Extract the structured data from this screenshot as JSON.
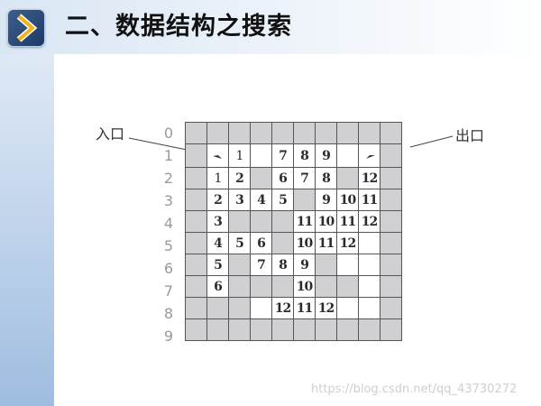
{
  "header": {
    "title": "二、数据结构之搜索",
    "logo_icon": "chevron-right-icon"
  },
  "labels": {
    "entrance": "入口",
    "exit": "出口"
  },
  "row_labels": [
    "0",
    "1",
    "2",
    "3",
    "4",
    "5",
    "6",
    "7",
    "8",
    "9"
  ],
  "maze": {
    "rows": [
      [
        {
          "w": 1
        },
        {
          "w": 1
        },
        {
          "w": 1
        },
        {
          "w": 1
        },
        {
          "w": 1
        },
        {
          "w": 1
        },
        {
          "w": 1
        },
        {
          "w": 1
        },
        {
          "w": 1
        },
        {
          "w": 1
        }
      ],
      [
        {
          "w": 1
        },
        {
          "w": 0,
          "t": "",
          "arrow": true
        },
        {
          "w": 0,
          "t": "1",
          "thin": true
        },
        {
          "w": 0,
          "t": ""
        },
        {
          "w": 0,
          "t": "7"
        },
        {
          "w": 0,
          "t": "8"
        },
        {
          "w": 0,
          "t": "9"
        },
        {
          "w": 0,
          "t": ""
        },
        {
          "w": 0,
          "t": "",
          "arrow": true
        },
        {
          "w": 1
        }
      ],
      [
        {
          "w": 1
        },
        {
          "w": 0,
          "t": "1",
          "thin": true
        },
        {
          "w": 0,
          "t": "2"
        },
        {
          "w": 1
        },
        {
          "w": 0,
          "t": "6"
        },
        {
          "w": 0,
          "t": "7"
        },
        {
          "w": 0,
          "t": "8"
        },
        {
          "w": 1
        },
        {
          "w": 0,
          "t": "12"
        },
        {
          "w": 1
        }
      ],
      [
        {
          "w": 1
        },
        {
          "w": 0,
          "t": "2"
        },
        {
          "w": 0,
          "t": "3"
        },
        {
          "w": 0,
          "t": "4"
        },
        {
          "w": 0,
          "t": "5"
        },
        {
          "w": 1
        },
        {
          "w": 0,
          "t": "9"
        },
        {
          "w": 0,
          "t": "10"
        },
        {
          "w": 0,
          "t": "11"
        },
        {
          "w": 1
        }
      ],
      [
        {
          "w": 1
        },
        {
          "w": 0,
          "t": "3"
        },
        {
          "w": 1
        },
        {
          "w": 1
        },
        {
          "w": 1
        },
        {
          "w": 0,
          "t": "11"
        },
        {
          "w": 0,
          "t": "10"
        },
        {
          "w": 0,
          "t": "11"
        },
        {
          "w": 0,
          "t": "12"
        },
        {
          "w": 1
        }
      ],
      [
        {
          "w": 1
        },
        {
          "w": 0,
          "t": "4"
        },
        {
          "w": 0,
          "t": "5"
        },
        {
          "w": 0,
          "t": "6"
        },
        {
          "w": 1
        },
        {
          "w": 0,
          "t": "10"
        },
        {
          "w": 0,
          "t": "11"
        },
        {
          "w": 0,
          "t": "12"
        },
        {
          "w": 0,
          "t": ""
        },
        {
          "w": 1
        }
      ],
      [
        {
          "w": 1
        },
        {
          "w": 0,
          "t": "5"
        },
        {
          "w": 1
        },
        {
          "w": 0,
          "t": "7"
        },
        {
          "w": 0,
          "t": "8"
        },
        {
          "w": 0,
          "t": "9"
        },
        {
          "w": 1
        },
        {
          "w": 0,
          "t": ""
        },
        {
          "w": 0,
          "t": ""
        },
        {
          "w": 1
        }
      ],
      [
        {
          "w": 1
        },
        {
          "w": 0,
          "t": "6"
        },
        {
          "w": 1
        },
        {
          "w": 1
        },
        {
          "w": 1
        },
        {
          "w": 0,
          "t": "10"
        },
        {
          "w": 1
        },
        {
          "w": 1
        },
        {
          "w": 0,
          "t": ""
        },
        {
          "w": 1
        }
      ],
      [
        {
          "w": 1
        },
        {
          "w": 1
        },
        {
          "w": 1
        },
        {
          "w": 0,
          "t": ""
        },
        {
          "w": 0,
          "t": "12"
        },
        {
          "w": 0,
          "t": "11"
        },
        {
          "w": 0,
          "t": "12"
        },
        {
          "w": 0,
          "t": ""
        },
        {
          "w": 0,
          "t": ""
        },
        {
          "w": 1
        }
      ],
      [
        {
          "w": 1
        },
        {
          "w": 1
        },
        {
          "w": 1
        },
        {
          "w": 1
        },
        {
          "w": 1
        },
        {
          "w": 1
        },
        {
          "w": 1
        },
        {
          "w": 1
        },
        {
          "w": 1
        },
        {
          "w": 1
        }
      ]
    ]
  },
  "watermark": "https://blog.csdn.net/qq_43730272"
}
